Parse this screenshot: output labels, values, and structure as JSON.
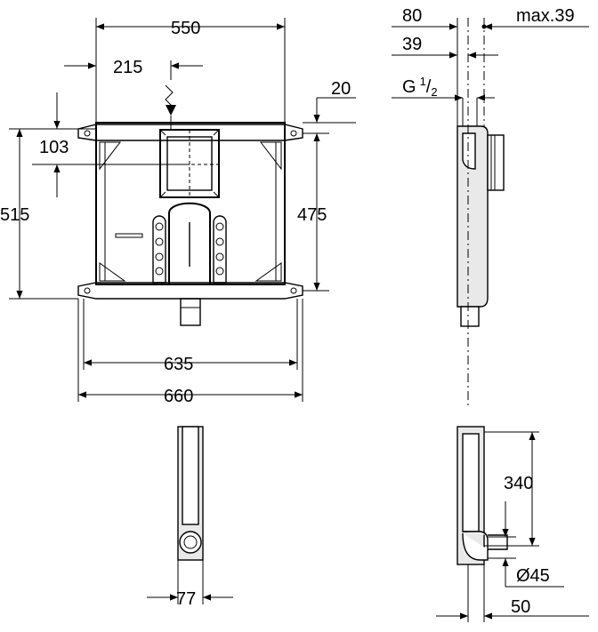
{
  "dimensions": {
    "width_top": "550",
    "offset_215": "215",
    "offset_103": "103",
    "height_515": "515",
    "height_475": "475",
    "offset_20": "20",
    "width_635": "635",
    "width_660": "660",
    "depth_80": "80",
    "depth_39": "39",
    "max_39": "max.39",
    "thread": "G",
    "thread_sup": "1",
    "thread_sub": "2",
    "height_340": "340",
    "diameter_45": "Ø45",
    "pipe_77": "77",
    "pipe_50": "50"
  }
}
